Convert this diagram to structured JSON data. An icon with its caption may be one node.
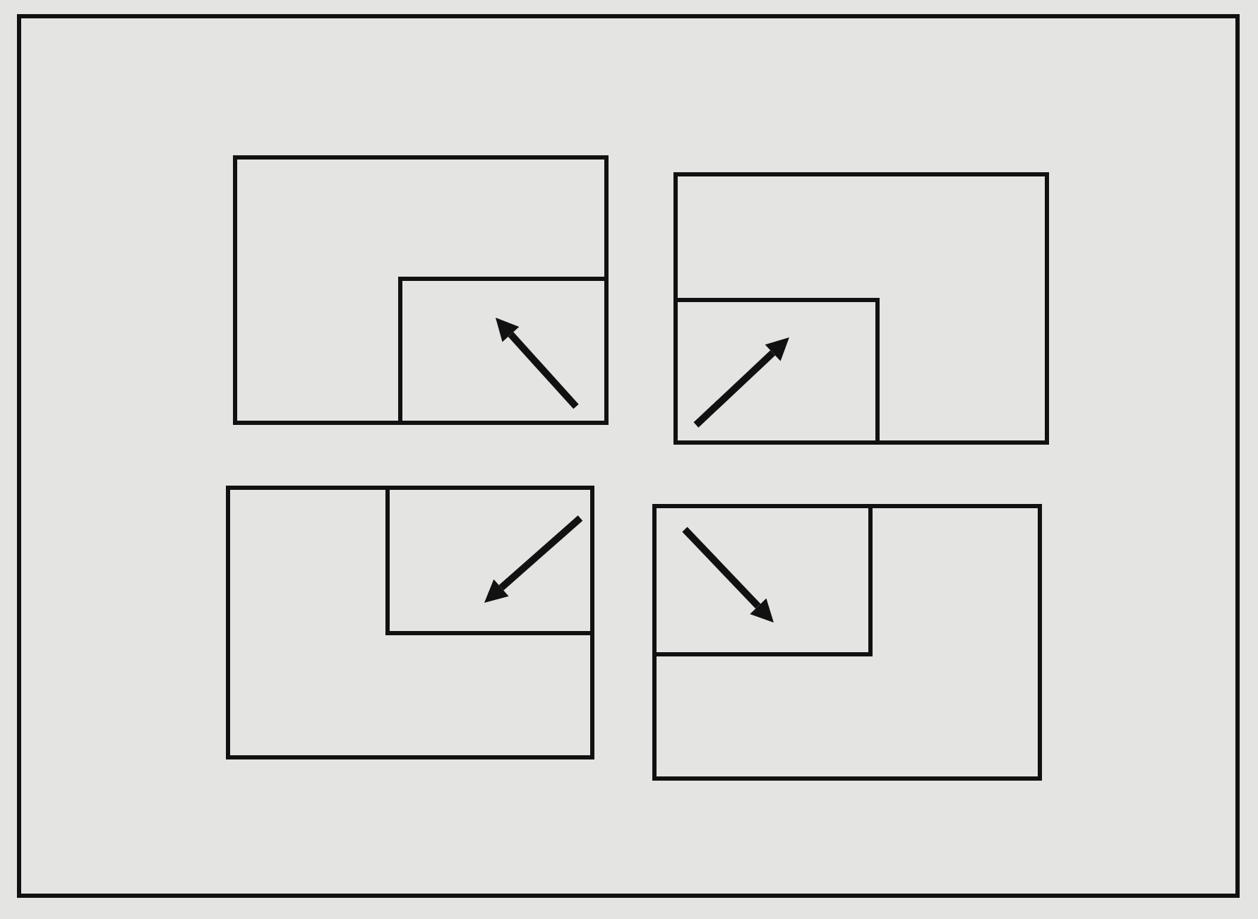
{
  "diagram": {
    "nodes": [
      {
        "text": [],
        "shape": "box"
      },
      {
        "text": [],
        "shape": "box",
        "in": 0
      },
      {
        "text": [],
        "shape": "box"
      },
      {
        "text": [],
        "shape": "box",
        "in": 2
      },
      {
        "text": [],
        "shape": "box"
      },
      {
        "text": [],
        "shape": "box",
        "in": 4
      },
      {
        "text": [],
        "shape": "box"
      },
      {
        "text": [],
        "shape": "box",
        "in": 6
      }
    ]
  }
}
